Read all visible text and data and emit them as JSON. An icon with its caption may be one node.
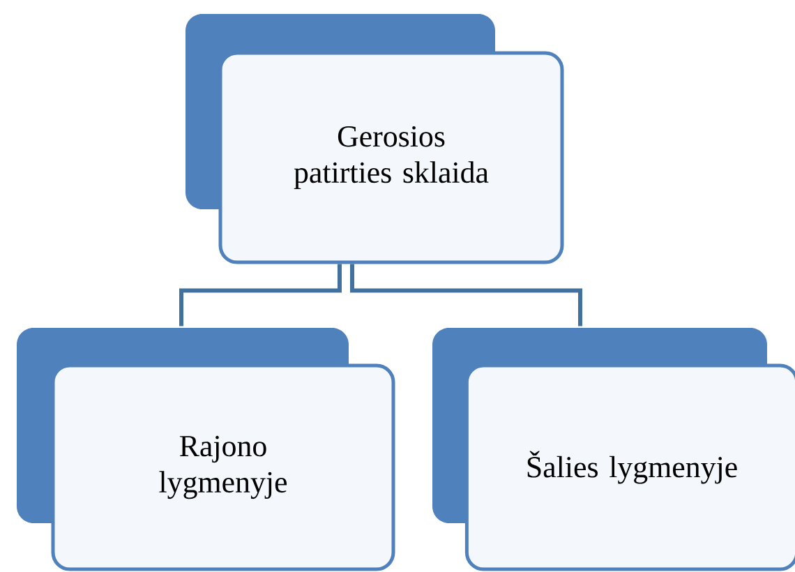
{
  "diagram": {
    "nodes": [
      {
        "text": [
          "Gerosios patirties sklaida"
        ]
      },
      {
        "text": [
          "Rajono lygmenyje"
        ]
      },
      {
        "text": [
          "Šalies lygmenyje"
        ]
      }
    ],
    "edges": [
      {
        "from": 0,
        "to": 1,
        "arrow": "none"
      },
      {
        "from": 0,
        "to": 2,
        "arrow": "none"
      }
    ]
  }
}
